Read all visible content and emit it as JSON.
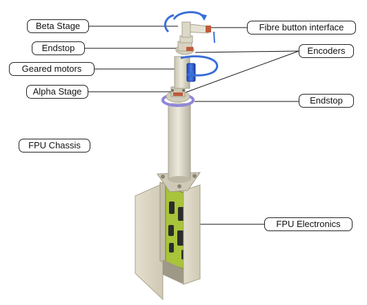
{
  "labels": {
    "beta_stage": "Beta Stage",
    "endstop_top": "Endstop",
    "geared_motors": "Geared motors",
    "alpha_stage": "Alpha Stage",
    "fpu_chassis": "FPU Chassis",
    "fibre_button_interface": "Fibre button interface",
    "encoders": "Encoders",
    "endstop_right": "Endstop",
    "fpu_electronics": "FPU Electronics"
  },
  "colors": {
    "body": "#dcd8c8",
    "body_shadow": "#b9b4a2",
    "board": "#a8c43a",
    "chip": "#2c2c2c",
    "motor": "#2f5fd0",
    "endstop_ring": "#8f86d8",
    "rotation_arrow": "#3a6ed8",
    "fibre_tip": "#c0593a",
    "leader_line": "#111111"
  }
}
